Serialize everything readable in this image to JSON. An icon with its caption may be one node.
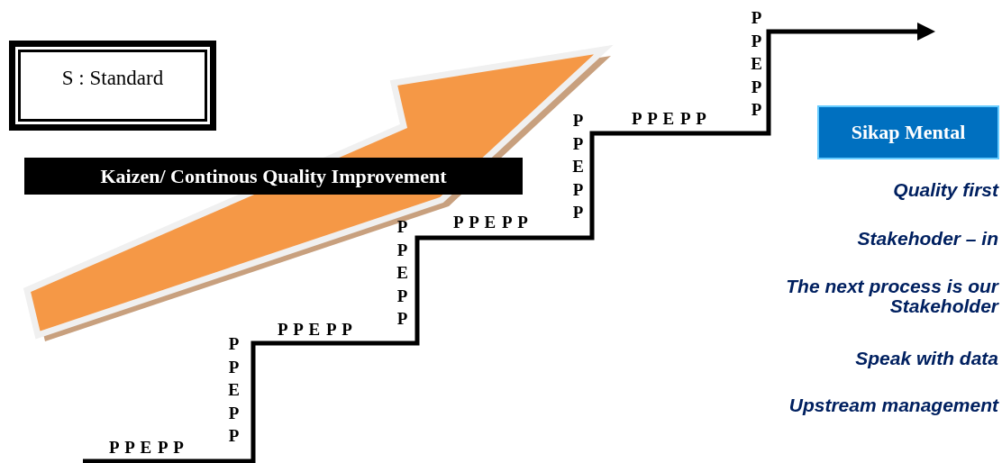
{
  "diagram": {
    "nodes": [
      {
        "text": [
          "S : Standard"
        ]
      },
      {
        "text": [
          "Kaizen/ Continous Quality Improvement"
        ]
      },
      {
        "text": [
          "Sikap Mental"
        ]
      }
    ],
    "labels": [
      "P P E P P",
      "P P E P P",
      "P P E P P",
      "P P E P P",
      "P P E P P",
      "P P E P P",
      "P P E P P",
      "P P E P P",
      "Quality first",
      "Stakehoder – in",
      "The next process is our Stakeholder",
      "Speak with data",
      "Upstream management"
    ]
  }
}
